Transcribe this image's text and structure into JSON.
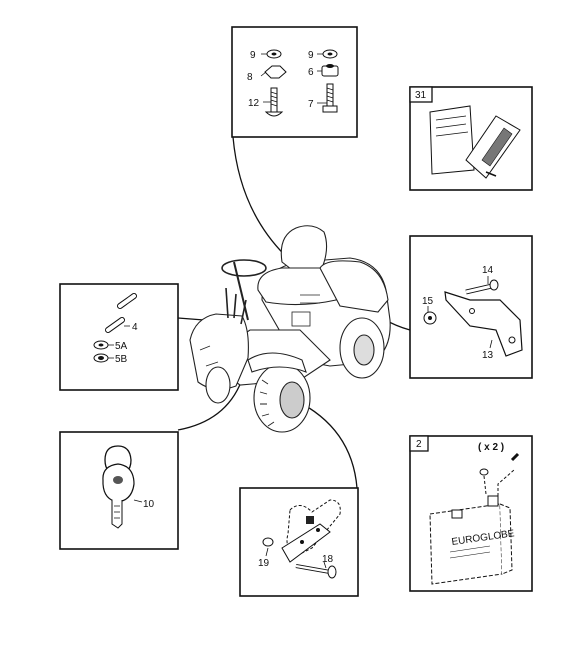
{
  "callouts": {
    "c9a": "9",
    "c9b": "9",
    "c8": "8",
    "c6": "6",
    "c12": "12",
    "c7": "7",
    "c4": "4",
    "c5a": "5A",
    "c5b": "5B",
    "c10": "10",
    "c14": "14",
    "c15": "15",
    "c13": "13",
    "c19": "19",
    "c18": "18",
    "x2": "( x 2 )"
  },
  "box_tags": {
    "manual_box": "31",
    "battery_box": "2"
  },
  "battery_brand": "EUROGLOBE"
}
